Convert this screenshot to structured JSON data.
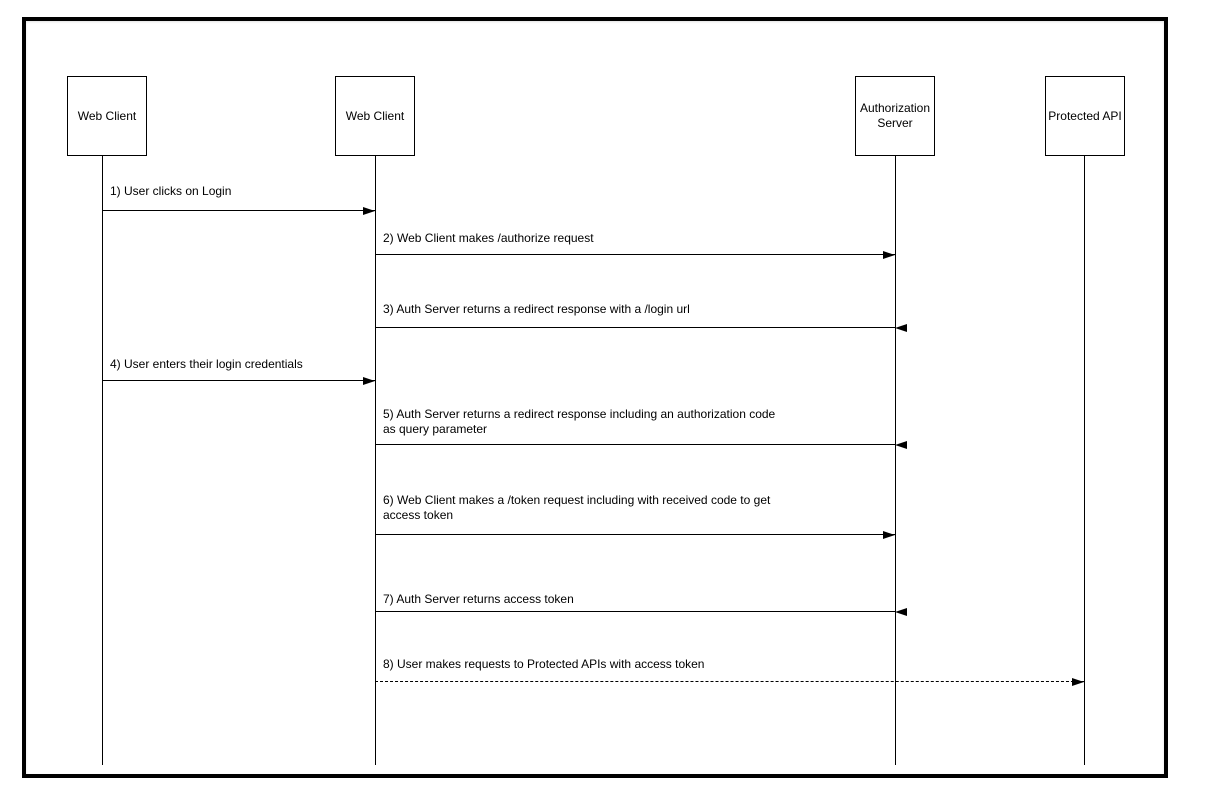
{
  "colors": {
    "line": "#000000",
    "text": "#000000",
    "background": "#ffffff"
  },
  "actors": [
    {
      "label": "Web Client"
    },
    {
      "label": "Web Client"
    },
    {
      "label": "Authorization Server"
    },
    {
      "label": "Protected API"
    }
  ],
  "messages": [
    {
      "num": 1,
      "lines": [
        "1) User clicks on Login"
      ],
      "from": 0,
      "to": 1,
      "style": "solid"
    },
    {
      "num": 2,
      "lines": [
        "2) Web Client makes /authorize request"
      ],
      "from": 1,
      "to": 2,
      "style": "solid"
    },
    {
      "num": 3,
      "lines": [
        "3) Auth Server returns a redirect response with a /login url"
      ],
      "from": 2,
      "to": 1,
      "style": "solid"
    },
    {
      "num": 4,
      "lines": [
        "4) User enters their login credentials"
      ],
      "from": 0,
      "to": 1,
      "style": "solid"
    },
    {
      "num": 5,
      "lines": [
        "5) Auth Server returns a redirect response including an authorization code",
        "as query parameter"
      ],
      "from": 2,
      "to": 1,
      "style": "solid"
    },
    {
      "num": 6,
      "lines": [
        "6) Web Client makes a /token request including with received code to get",
        "access token"
      ],
      "from": 1,
      "to": 2,
      "style": "solid"
    },
    {
      "num": 7,
      "lines": [
        "7) Auth Server returns access token"
      ],
      "from": 2,
      "to": 1,
      "style": "solid"
    },
    {
      "num": 8,
      "lines": [
        "8) User makes requests to Protected APIs with access token"
      ],
      "from": 1,
      "to": 3,
      "style": "dashed"
    }
  ]
}
